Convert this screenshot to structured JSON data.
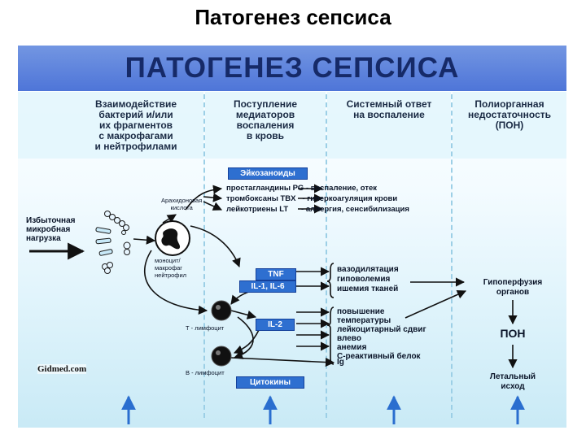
{
  "page_title": "Патогенез сепсиса",
  "banner_title": "ПАТОГЕНЕЗ СЕПСИСА",
  "columns": {
    "c1": [
      "Взаимодействие",
      "бактерий и/или",
      "их фрагментов",
      "с макрофагами",
      "и нейтрофилами"
    ],
    "c2": [
      "Поступление",
      "медиаторов",
      "воспаления",
      "в кровь"
    ],
    "c3": [
      "Системный ответ",
      "на воспаление"
    ],
    "c4": [
      "Полиорганная",
      "недостаточность",
      "(ПОН)"
    ]
  },
  "left": {
    "load_label": [
      "Избыточная",
      "микробная",
      "нагрузка"
    ],
    "arachidonic": [
      "Арахидоновая",
      "кислота"
    ],
    "cell_label": [
      "моноцит/",
      "макрофаг",
      "нейтрофил"
    ],
    "t_cell": "Т - лимфоцит",
    "b_cell": "В - лимфоцит"
  },
  "boxes": {
    "eicosanoids": "Эйкозаноиды",
    "tnf": "TNF",
    "il16": "IL-1, IL-6",
    "il2": "IL-2",
    "cytokines": "Цитокины"
  },
  "mediators": [
    {
      "name": "простагландины PG",
      "effect": "- воспаление, отек"
    },
    {
      "name": "тромбоксаны TBX",
      "effect": "- гиперкоагуляция крови"
    },
    {
      "name": "лейкотриены LT",
      "effect": "- аллергия, сенсибилизация"
    }
  ],
  "responses_group1": [
    "вазодилятация",
    "гиповолемия",
    "ишемия тканей"
  ],
  "responses_group2": [
    "повышение",
    "температуры",
    "лейкоцитарный сдвиг",
    "влево",
    "анемия",
    "С-реактивный белок"
  ],
  "ig": "Ig",
  "outcomes": {
    "hypoperfusion": [
      "Гипоперфузия",
      "органов"
    ],
    "pon": "ПОН",
    "lethal": [
      "Летальный",
      "исход"
    ]
  },
  "watermark": "Gidmed.com",
  "colors": {
    "banner": "#4e75d8",
    "box": "#2e6fd0",
    "arrow": "#111111",
    "bottom_arrow": "#2a6ecf"
  }
}
